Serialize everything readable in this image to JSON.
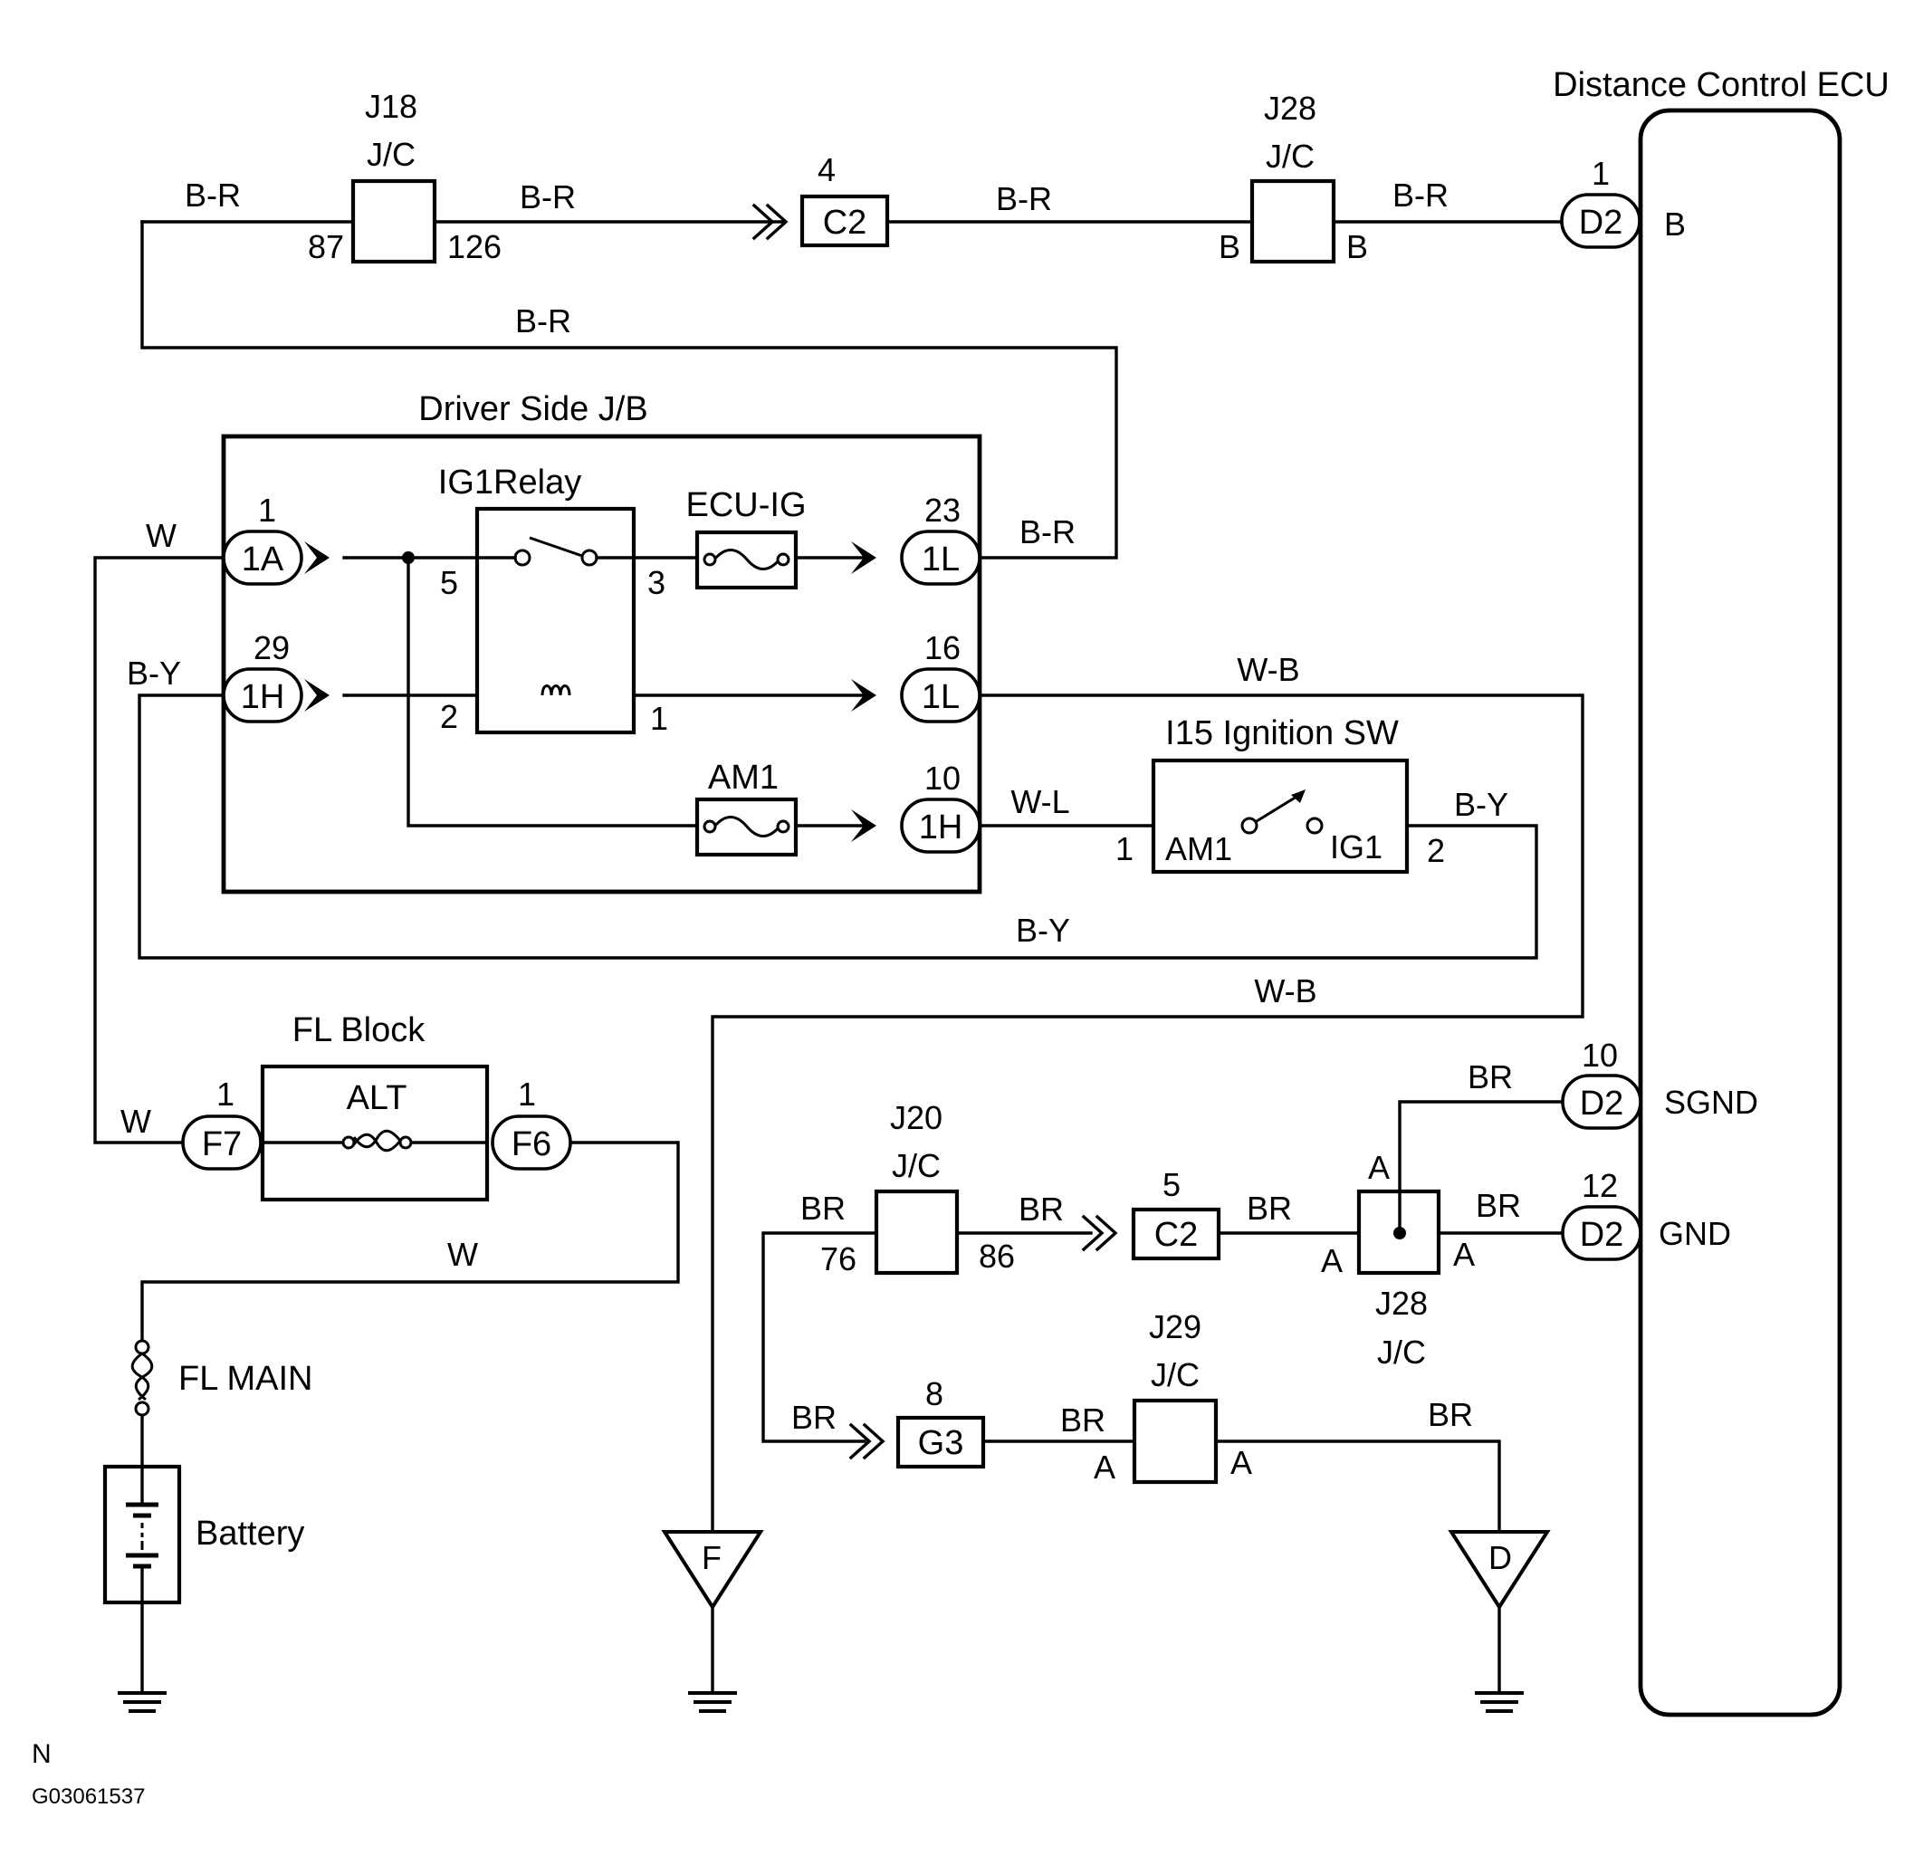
{
  "ecu": {
    "title": "Distance Control ECU",
    "pin_b": "B",
    "pin_sgnd": "SGND",
    "pin_gnd": "GND"
  },
  "jc": {
    "j18": {
      "name": "J18",
      "type": "J/C",
      "pin_left": "87",
      "pin_right": "126"
    },
    "j28_top": {
      "name": "J28",
      "type": "J/C",
      "pin_left": "B",
      "pin_right": "B"
    },
    "j20": {
      "name": "J20",
      "type": "J/C",
      "pin_left": "76",
      "pin_right": "86"
    },
    "j28_bottom": {
      "name": "J28",
      "type": "J/C",
      "pin_top": "A",
      "pin_left": "A",
      "pin_right": "A"
    },
    "j29": {
      "name": "J29",
      "type": "J/C",
      "pin_left": "A",
      "pin_right": "A"
    }
  },
  "connectors": {
    "c2_top": {
      "name": "C2",
      "pin": "4"
    },
    "d2_b": {
      "name": "D2",
      "pin": "1"
    },
    "c2_bottom": {
      "name": "C2",
      "pin": "5"
    },
    "d2_sgnd": {
      "name": "D2",
      "pin": "10"
    },
    "d2_gnd": {
      "name": "D2",
      "pin": "12"
    },
    "g3": {
      "name": "G3",
      "pin": "8"
    },
    "c1a": {
      "name": "1A",
      "pin": "1"
    },
    "c1h_29": {
      "name": "1H",
      "pin": "29"
    },
    "c1l_23": {
      "name": "1L",
      "pin": "23"
    },
    "c1l_16": {
      "name": "1L",
      "pin": "16"
    },
    "c1h_10": {
      "name": "1H",
      "pin": "10"
    },
    "f7": {
      "name": "F7",
      "pin": "1"
    },
    "f6": {
      "name": "F6",
      "pin": "1"
    }
  },
  "jb": {
    "title": "Driver Side J/B",
    "relay": "IG1Relay",
    "relay_pins": {
      "p5": "5",
      "p3": "3",
      "p2": "2",
      "p1": "1"
    },
    "fuse_ecu_ig": "ECU-IG",
    "fuse_am1": "AM1"
  },
  "ignition": {
    "title": "I15 Ignition SW",
    "am1": "AM1",
    "ig1": "IG1",
    "pin1": "1",
    "pin2": "2"
  },
  "fl_block": {
    "title": "FL Block",
    "fuse": "ALT"
  },
  "fl_main": "FL MAIN",
  "battery": "Battery",
  "grounds": {
    "f": "F",
    "d": "D"
  },
  "wires": {
    "br_top1": "B-R",
    "br_top2": "B-R",
    "br_top3": "B-R",
    "br_top4": "B-R",
    "br_loop": "B-R",
    "br_jb": "B-R",
    "w_1a": "W",
    "by_1h": "B-Y",
    "wb_1l": "W-B",
    "wl_1h": "W-L",
    "by_ig": "B-Y",
    "by_loop": "B-Y",
    "wb_loop": "W-B",
    "w_f7": "W",
    "w_f6": "W",
    "br_sgnd": "BR",
    "br_j20_left": "BR",
    "br_j20_right": "BR",
    "br_c2": "BR",
    "br_gnd": "BR",
    "br_g3_left": "BR",
    "br_g3_right": "BR",
    "br_d": "BR"
  },
  "footer": {
    "mark": "N",
    "code": "G03061537"
  }
}
